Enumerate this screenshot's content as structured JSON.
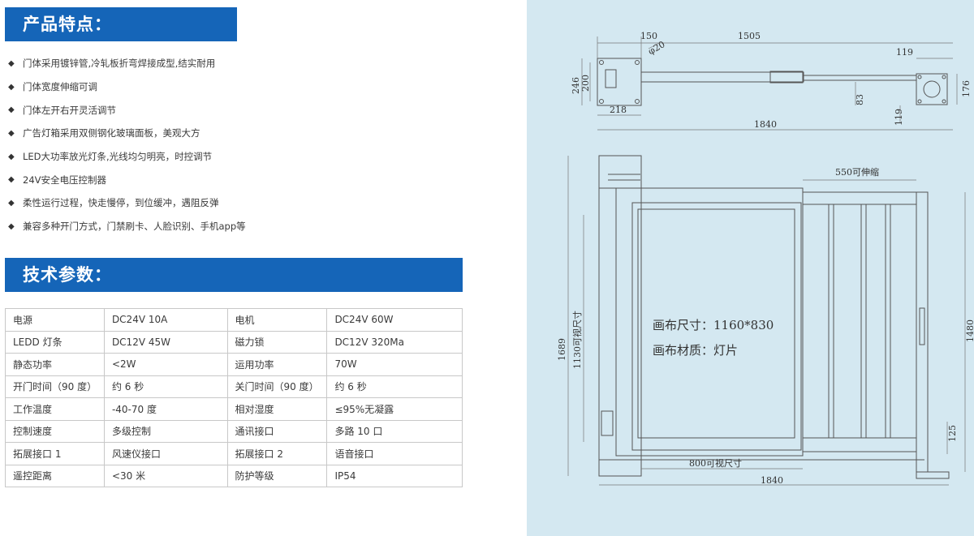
{
  "features": {
    "title": "产品特点：",
    "items": [
      "门体采用镀锌管,冷轧板折弯焊接成型,结实耐用",
      "门体宽度伸缩可调",
      "门体左开右开灵活调节",
      "广告灯箱采用双侧钢化玻璃面板，美观大方",
      "LED大功率放光灯条,光线均匀明亮，时控调节",
      "24V安全电压控制器",
      "柔性运行过程，快走慢停，到位缓冲，遇阻反弹",
      "兼容多种开门方式，门禁刷卡、人脸识别、手机app等"
    ]
  },
  "specs": {
    "title": "技术参数：",
    "rows": [
      [
        "电源",
        "DC24V 10A",
        "电机",
        "DC24V 60W"
      ],
      [
        "LEDD 灯条",
        "DC12V 45W",
        "磁力锁",
        "DC12V 320Ma"
      ],
      [
        "静态功率",
        "<2W",
        "运用功率",
        "70W"
      ],
      [
        "开门时间（90 度）",
        "约 6 秒",
        "关门时间（90 度）",
        "约 6 秒"
      ],
      [
        "工作温度",
        "-40-70 度",
        "相对湿度",
        "≤95%无凝露"
      ],
      [
        "控制速度",
        "多级控制",
        "通讯接口",
        "多路 10 口"
      ],
      [
        "拓展接口 1",
        "风速仪接口",
        "拓展接口 2",
        "语音接口"
      ],
      [
        "遥控距离",
        "<30 米",
        "防护等级",
        "IP54"
      ]
    ]
  },
  "drawing": {
    "top_view": {
      "dims": [
        "150",
        "1505",
        "φ20",
        "119",
        "246",
        "200",
        "218",
        "83",
        "119",
        "176",
        "1840"
      ]
    },
    "front_view": {
      "dims": [
        "550可伸缩",
        "1689",
        "1130可视尺寸",
        "1480",
        "125",
        "800可视尺寸",
        "1840"
      ],
      "label_size": "画布尺寸：1160*830",
      "label_material": "画布材质：灯片"
    }
  }
}
